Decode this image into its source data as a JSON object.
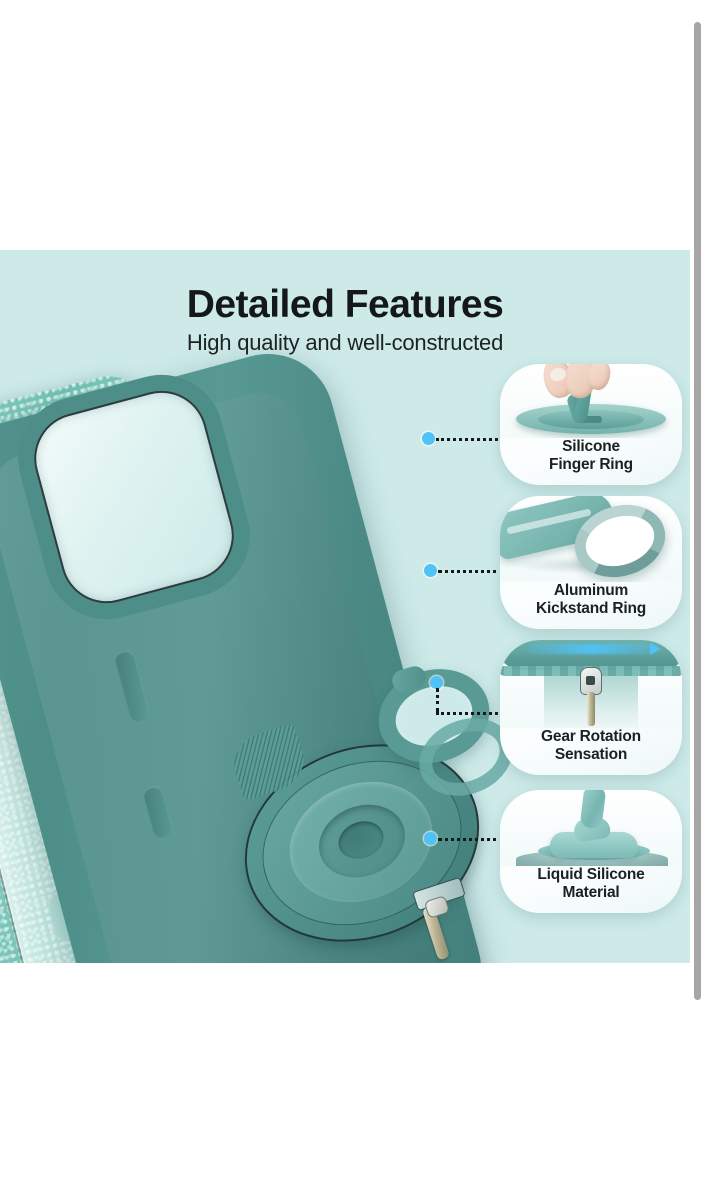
{
  "panel": {
    "title": "Detailed Features",
    "subtitle": "High quality and well-constructed",
    "background_color": "#cdeae9",
    "case_color": "#4e8e88",
    "glitter_case_color": "#7cc9bb",
    "accent_dot_color": "#4fc3f7",
    "card_background_color": "#ffffff",
    "heading_color": "#14181a"
  },
  "features": [
    {
      "id": "silicone-finger-ring",
      "label_line1": "Silicone",
      "label_line2": "Finger Ring",
      "art": "hand-pulling-silicone-ring"
    },
    {
      "id": "aluminum-kickstand-ring",
      "label_line1": "Aluminum",
      "label_line2": "Kickstand Ring",
      "art": "aluminum-ring-standing"
    },
    {
      "id": "gear-rotation-sensation",
      "label_line1": "Gear Rotation",
      "label_line2": "Sensation",
      "art": "gear-pin-mechanism"
    },
    {
      "id": "liquid-silicone-material",
      "label_line1": "Liquid Silicone",
      "label_line2": "Material",
      "art": "pouring-liquid-silicone"
    }
  ],
  "scrollbar": {
    "orientation": "vertical",
    "thumb_color": "#a6a6a6"
  }
}
